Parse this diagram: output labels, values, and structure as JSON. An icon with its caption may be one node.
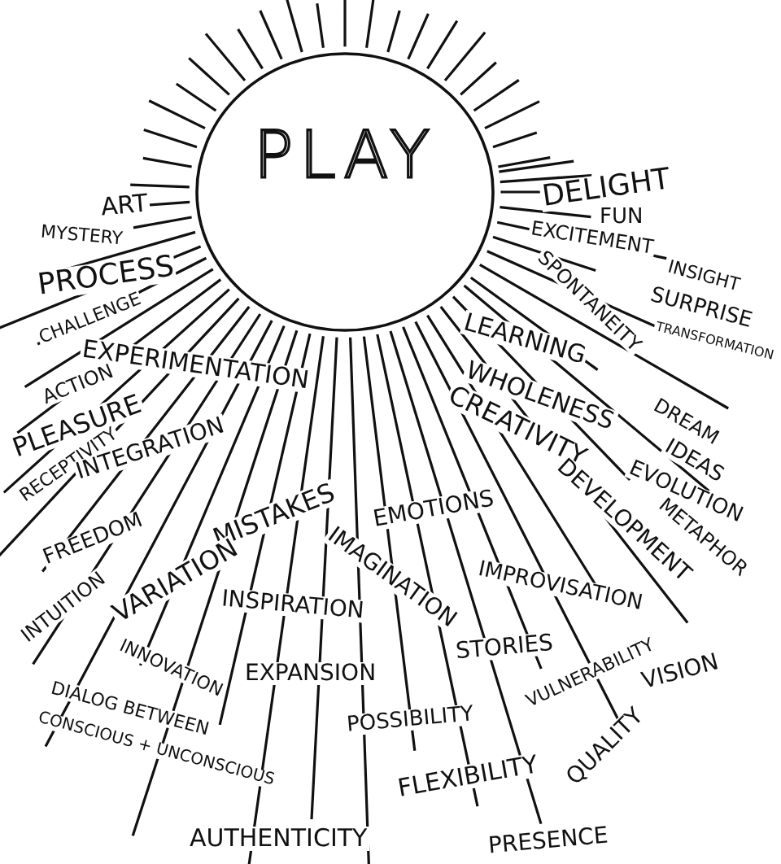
{
  "diagram": {
    "nodes": [
      {
        "text": [
          "PLAY"
        ]
      }
    ],
    "labels": [
      "DELIGHT",
      "ART",
      "FUN",
      "MYSTERY",
      "EXCITEMENT",
      "INSIGHT",
      "PROCESS",
      "SURPRISE",
      "CHALLENGE",
      "SPONTANEITY",
      "TRANSFORMATION",
      "EXPERIMENTATION",
      "LEARNING",
      "ACTION",
      "DREAM",
      "WHOLENESS",
      "PLEASURE",
      "IDEAS",
      "RECEPTIVITY",
      "INTEGRATION",
      "CREATIVITY",
      "EVOLUTION",
      "MISTAKES",
      "EMOTIONS",
      "FREEDOM",
      "METAPHOR",
      "DEVELOPMENT",
      "VARIATION",
      "IMAGINATION",
      "IMPROVISATION",
      "INTUITION",
      "INSPIRATION",
      "STORIES",
      "VULNERABILITY",
      "VISION",
      "INNOVATION",
      "EXPANSION",
      "DIALOG BETWEEN",
      "CONSCIOUS + UNCONSCIOUS",
      "POSSIBILITY",
      "QUALITY",
      "FLEXIBILITY",
      "AUTHENTICITY",
      "PRESENCE"
    ]
  }
}
